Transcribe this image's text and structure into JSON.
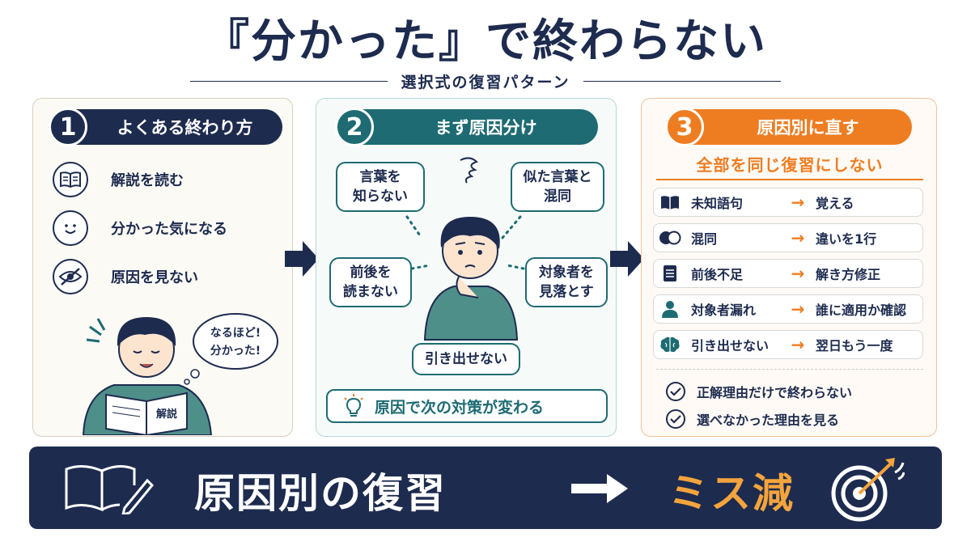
{
  "title": "『分かった』で終わらない",
  "subtitle": "選択式の復習パターン",
  "panel1": {
    "number": "1",
    "heading": "よくある終わり方",
    "items": [
      {
        "icon": "book-icon",
        "label": "解説を読む"
      },
      {
        "icon": "smile-face-icon",
        "label": "分かった気になる"
      },
      {
        "icon": "eye-slash-icon",
        "label": "原因を見ない"
      }
    ],
    "speech": [
      "なるほど!",
      "分かった!"
    ],
    "book_label": "解説"
  },
  "panel2": {
    "number": "2",
    "heading": "まず原因分け",
    "bubbles": [
      {
        "line1": "言葉を",
        "line2": "知らない"
      },
      {
        "line1": "似た言葉と",
        "line2": "混同"
      },
      {
        "line1": "前後を",
        "line2": "読まない"
      },
      {
        "line1": "対象者を",
        "line2": "見落とす"
      },
      {
        "line1": "引き出せない",
        "line2": ""
      }
    ],
    "tip": "原因で次の対策が変わる"
  },
  "panel3": {
    "number": "3",
    "heading": "原因別に直す",
    "subheading": "全部を同じ復習にしない",
    "rows": [
      {
        "icon": "book-icon",
        "cause": "未知語句",
        "fix": "覚える"
      },
      {
        "icon": "overlap-circles-icon",
        "cause": "混同",
        "fix": "違いを1行"
      },
      {
        "icon": "document-icon",
        "cause": "前後不足",
        "fix": "解き方修正"
      },
      {
        "icon": "person-icon",
        "cause": "対象者漏れ",
        "fix": "誰に適用か確認"
      },
      {
        "icon": "brain-icon",
        "cause": "引き出せない",
        "fix": "翌日もう一度"
      }
    ],
    "arrow": "→",
    "checks": [
      "正解理由だけで終わらない",
      "選べなかった理由を見る"
    ]
  },
  "banner": {
    "left_text": "原因別の復習",
    "right_text": "ミス減"
  },
  "colors": {
    "navy": "#1d2b4f",
    "teal": "#1e6b73",
    "orange": "#ee7d22",
    "banner_accent": "#f5a43c"
  }
}
